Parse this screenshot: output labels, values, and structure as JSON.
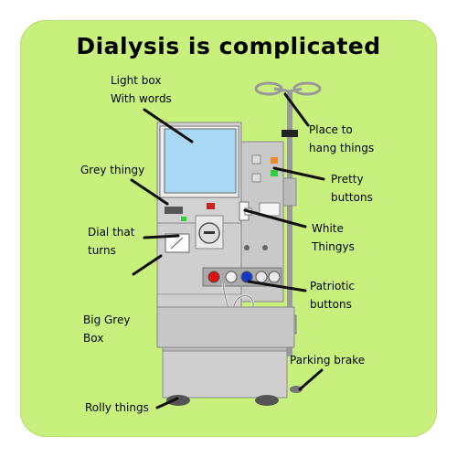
{
  "title": "Dialysis is complicated",
  "labels": {
    "light_box": "Light box\nWith words",
    "grey_thingy": "Grey thingy",
    "dial": "Dial that\nturns",
    "big_grey_box": "Big Grey\nBox",
    "rolly_things": "Rolly things",
    "hang_things": "Place to\nhang things",
    "pretty_buttons": "Pretty\nbuttons",
    "white_thingys": "White\nThingys",
    "patriotic_buttons": "Patriotic\nbuttons",
    "parking_brake": "Parking brake"
  },
  "colors": {
    "background": "#c8f07c",
    "machine_grey": "#cfcfcf",
    "screen_blue": "#a9d8f5",
    "button_orange": "#f08a28",
    "button_green": "#2fcf3a",
    "button_red": "#d11",
    "button_blue": "#1136c8",
    "light_red": "#c22"
  }
}
